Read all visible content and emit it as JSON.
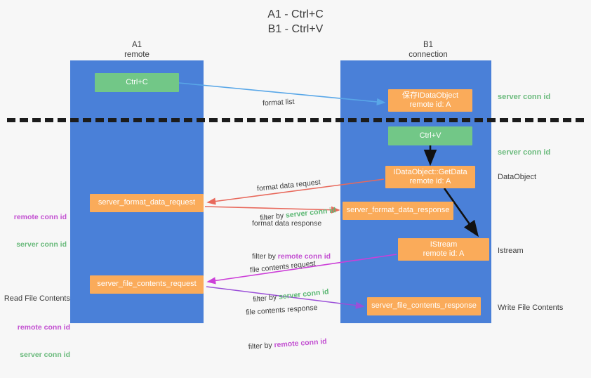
{
  "title": "A1 - Ctrl+C\nB1 - Ctrl+V",
  "columns": {
    "left": {
      "name": "A1",
      "sub": "remote",
      "header": "A1\nremote"
    },
    "right": {
      "name": "B1",
      "sub": "connection",
      "header": "B1\nconnection"
    }
  },
  "nodes": {
    "ctrl_c": {
      "line1": "Ctrl+C",
      "line2": "",
      "color": "#72c787"
    },
    "save_idataobject": {
      "line1": "保存IDataObject",
      "line2": "remote id: A",
      "color": "#faab5a"
    },
    "ctrl_v": {
      "line1": "Ctrl+V",
      "line2": "",
      "color": "#72c787"
    },
    "getdata": {
      "line1": "IDataObject::GetData",
      "line2": "remote id: A",
      "color": "#faab5a"
    },
    "istream": {
      "line1": "IStream",
      "line2": "remote id: A",
      "color": "#faab5a"
    },
    "server_format_data_request": {
      "line1": "server_format_data_request",
      "line2": "",
      "color": "#faab5a"
    },
    "server_format_data_response": {
      "line1": "server_format_data_response",
      "line2": "",
      "color": "#faab5a"
    },
    "server_file_contents_request": {
      "line1": "server_file_contents_request",
      "line2": "",
      "color": "#faab5a"
    },
    "server_file_contents_response": {
      "line1": "server_file_contents_response",
      "line2": "",
      "color": "#faab5a"
    }
  },
  "edge_labels": {
    "format_list": {
      "text": "format list"
    },
    "format_data_request": {
      "line1": "format data request",
      "filter_prefix": "filter by ",
      "filter_value": "server conn id"
    },
    "format_data_response": {
      "line1": "format data response",
      "filter_prefix": "filter by ",
      "filter_value": "remote conn id"
    },
    "file_contents_request": {
      "line1": "file contents request",
      "filter_prefix": "filter by ",
      "filter_value": "server conn id"
    },
    "file_contents_response": {
      "line1": "file contents response",
      "filter_prefix": "filter by ",
      "filter_value": "remote conn id"
    }
  },
  "side_notes": {
    "server_conn_id_top": "server conn id",
    "server_conn_id_mid": "server conn id",
    "dataobject": "DataObject",
    "istream": "Istream",
    "write_file_contents": "Write File Contents"
  },
  "left_notes": {
    "pair_mid_remote": "remote conn id",
    "pair_mid_server": "server conn id",
    "read_file_contents": "Read File Contents",
    "pair_bottom_remote": "remote conn id",
    "pair_bottom_server": "server conn id"
  },
  "colors": {
    "lane": "#4a80d8",
    "node_green": "#72c787",
    "node_orange": "#faab5a",
    "conn_green": "#5cb874",
    "conn_purple": "#c24fd1",
    "arrow_blue": "#59a7e8",
    "arrow_red": "#e8695c",
    "arrow_magenta": "#cc3fd8",
    "arrow_purple": "#9b4fd8",
    "arrow_black": "#111111",
    "divider": "#1c1c1c",
    "background": "#f7f7f7"
  }
}
